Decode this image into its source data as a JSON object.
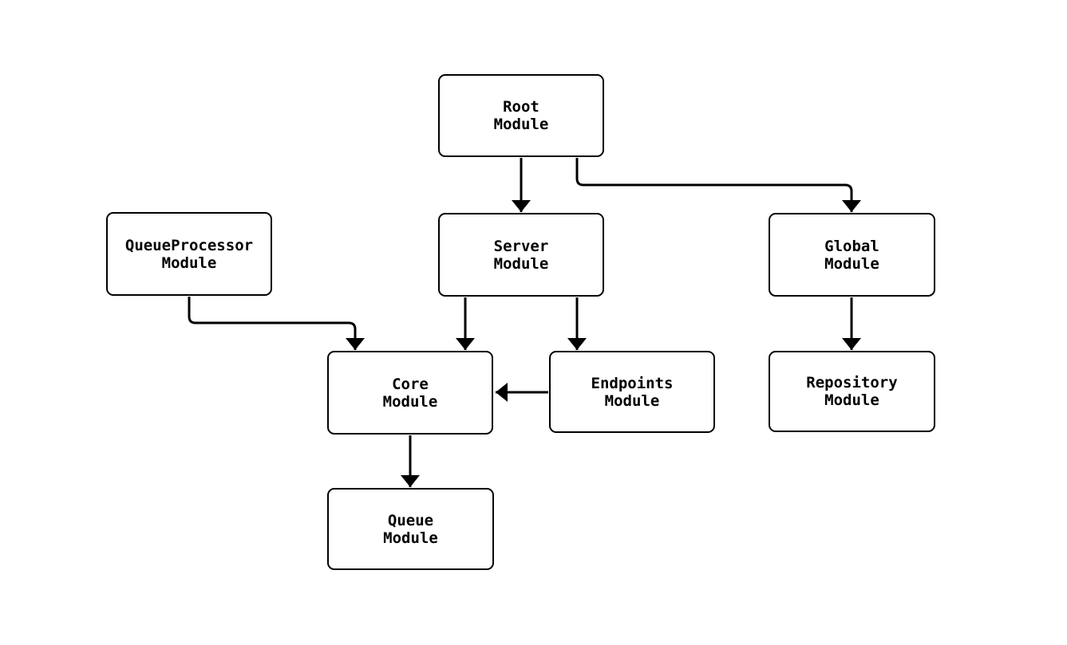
{
  "diagram": {
    "type": "flowchart",
    "direction": "top-down",
    "colors": {
      "background": "#ffffff",
      "node_fill": "#ffffff",
      "node_border": "#000000",
      "edge_stroke": "#000000",
      "text": "#000000"
    },
    "nodes": [
      {
        "id": "root",
        "label": "Root\nModule"
      },
      {
        "id": "queueprocessor",
        "label": "QueueProcessor\nModule"
      },
      {
        "id": "server",
        "label": "Server\nModule"
      },
      {
        "id": "global",
        "label": "Global\nModule"
      },
      {
        "id": "core",
        "label": "Core\nModule"
      },
      {
        "id": "endpoints",
        "label": "Endpoints\nModule"
      },
      {
        "id": "repository",
        "label": "Repository\nModule"
      },
      {
        "id": "queue",
        "label": "Queue\nModule"
      }
    ],
    "edges": [
      {
        "from": "root",
        "to": "server"
      },
      {
        "from": "root",
        "to": "global"
      },
      {
        "from": "queueprocessor",
        "to": "core"
      },
      {
        "from": "server",
        "to": "core"
      },
      {
        "from": "server",
        "to": "endpoints"
      },
      {
        "from": "endpoints",
        "to": "core"
      },
      {
        "from": "global",
        "to": "repository"
      },
      {
        "from": "core",
        "to": "queue"
      }
    ]
  }
}
